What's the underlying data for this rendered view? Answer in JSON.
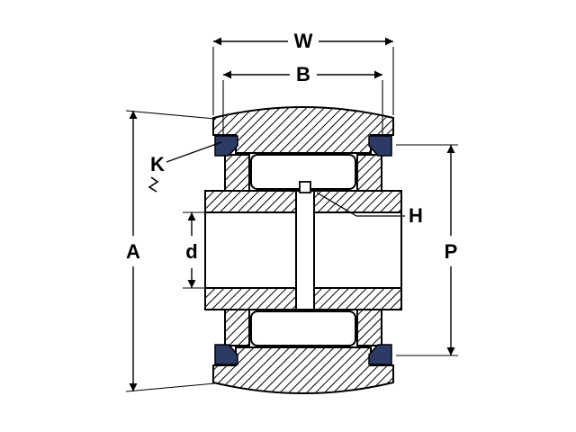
{
  "figure": {
    "type": "bearing cross-section technical drawing",
    "background_color": "#ffffff",
    "line_color": "#000000",
    "seal_color": "#2e3a66",
    "labels": {
      "overall_width": "W",
      "flange_width": "B",
      "outside_diameter": "A",
      "seal_mark": "K",
      "bore_diameter": "d",
      "lube_hole": "H",
      "flange_diameter": "P"
    }
  }
}
